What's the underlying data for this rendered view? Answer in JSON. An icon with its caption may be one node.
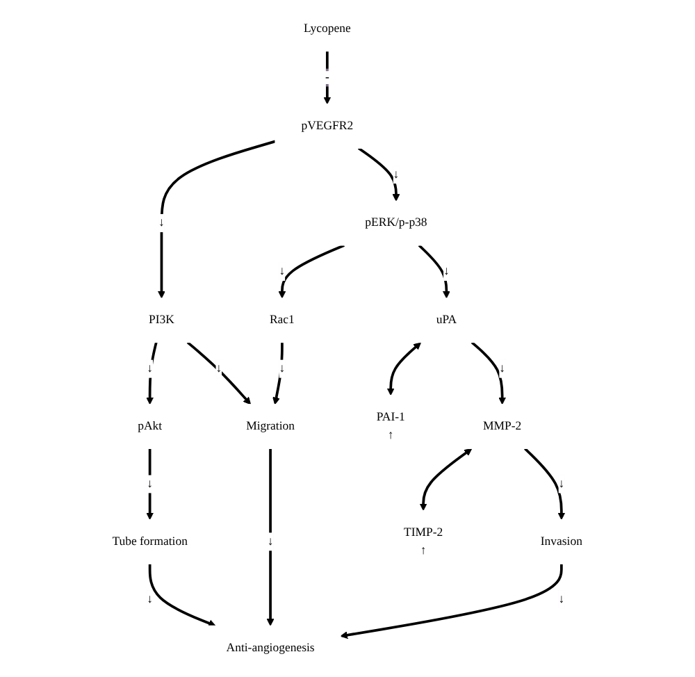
{
  "diagram": {
    "nodes": [
      {
        "text": [
          "Lycopene"
        ]
      },
      {
        "text": [
          "pVEGFR2"
        ]
      },
      {
        "text": [
          "PI3K"
        ]
      },
      {
        "text": [
          "pERK/p-p38"
        ]
      },
      {
        "text": [
          "pAkt"
        ]
      },
      {
        "text": [
          "Rac1"
        ]
      },
      {
        "text": [
          "uPA"
        ]
      },
      {
        "text": [
          "PAI-1",
          "↑"
        ]
      },
      {
        "text": [
          "Tube formation"
        ]
      },
      {
        "text": [
          "Migration"
        ]
      },
      {
        "text": [
          "MMP-2"
        ]
      },
      {
        "text": [
          "TIMP-2",
          "↑"
        ]
      },
      {
        "text": [
          "Invasion"
        ]
      },
      {
        "text": [
          "Anti-angiogenesis"
        ]
      }
    ],
    "edges": [
      {
        "from": 0,
        "to": 1,
        "arrow": "to",
        "label": "-"
      },
      {
        "from": 1,
        "to": 2,
        "arrow": "to",
        "label": "↓"
      },
      {
        "from": 1,
        "to": 3,
        "arrow": "to",
        "label": "↓"
      },
      {
        "from": 2,
        "to": 4,
        "arrow": "to",
        "label": "↓"
      },
      {
        "from": 2,
        "to": 9,
        "arrow": "to",
        "label": "↓"
      },
      {
        "from": 3,
        "to": 5,
        "arrow": "to",
        "label": "↓"
      },
      {
        "from": 3,
        "to": 6,
        "arrow": "to",
        "label": "↓"
      },
      {
        "from": 6,
        "to": 7,
        "arrow": "both"
      },
      {
        "from": 4,
        "to": 8,
        "arrow": "to",
        "label": "↓"
      },
      {
        "from": 5,
        "to": 9,
        "arrow": "to",
        "label": "↓"
      },
      {
        "from": 6,
        "to": 10,
        "arrow": "to",
        "label": "↓"
      },
      {
        "from": 10,
        "to": 11,
        "arrow": "both"
      },
      {
        "from": 10,
        "to": 12,
        "arrow": "to",
        "label": "↓"
      },
      {
        "from": 8,
        "to": 13,
        "arrow": "to",
        "label": "↓"
      },
      {
        "from": 9,
        "to": 13,
        "arrow": "to",
        "label": "↓"
      },
      {
        "from": 12,
        "to": 13,
        "arrow": "to",
        "label": "↓"
      }
    ]
  }
}
